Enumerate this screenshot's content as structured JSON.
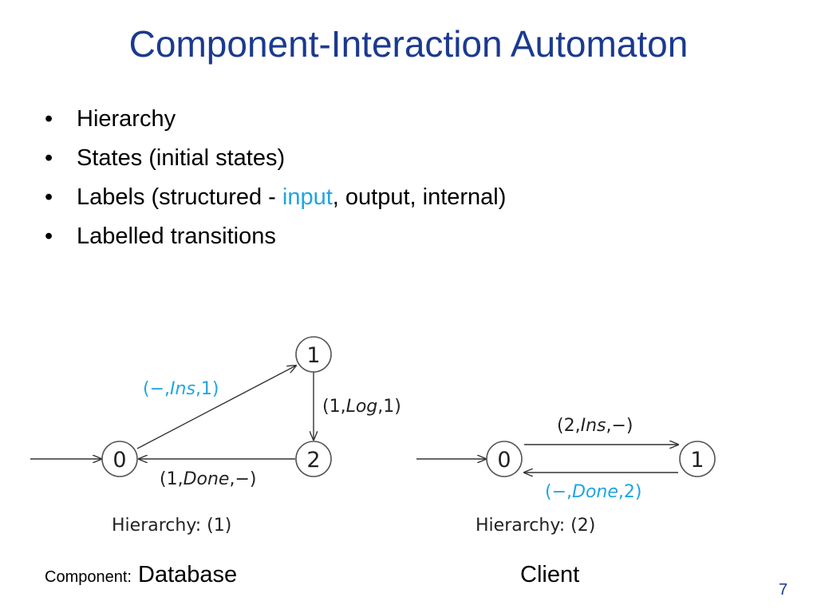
{
  "slide": {
    "title": "Component-Interaction Automaton",
    "bullets": [
      {
        "text": "Hierarchy"
      },
      {
        "text": "States (initial states)"
      },
      {
        "pre": "Labels (structured - ",
        "highlight": "input",
        "post": ", output, internal)"
      },
      {
        "text": "Labelled transitions"
      }
    ],
    "bullet_symbol": "•",
    "component_prefix": "Component:",
    "component_name": "Database",
    "client_name": "Client",
    "page_number": "7",
    "highlight_color": "#1fa5e0",
    "title_color": "#1b3a8f"
  },
  "database_automaton": {
    "states": [
      "0",
      "1",
      "2"
    ],
    "edge_01": {
      "open": "(",
      "a": "−,",
      "b": "Ins",
      "c": ",1)"
    },
    "edge_12": {
      "open": "(1,",
      "b": "Log",
      "c": ",1)"
    },
    "edge_20": {
      "open": "(1,",
      "b": "Done",
      "c": ",−)"
    },
    "hierarchy": "Hierarchy:  (1)"
  },
  "client_automaton": {
    "states": [
      "0",
      "1"
    ],
    "edge_01": {
      "open": "(2,",
      "b": "Ins",
      "c": ",−)"
    },
    "edge_10": {
      "open": "(−,",
      "b": "Done",
      "c": ",2)"
    },
    "hierarchy": "Hierarchy:  (2)"
  }
}
